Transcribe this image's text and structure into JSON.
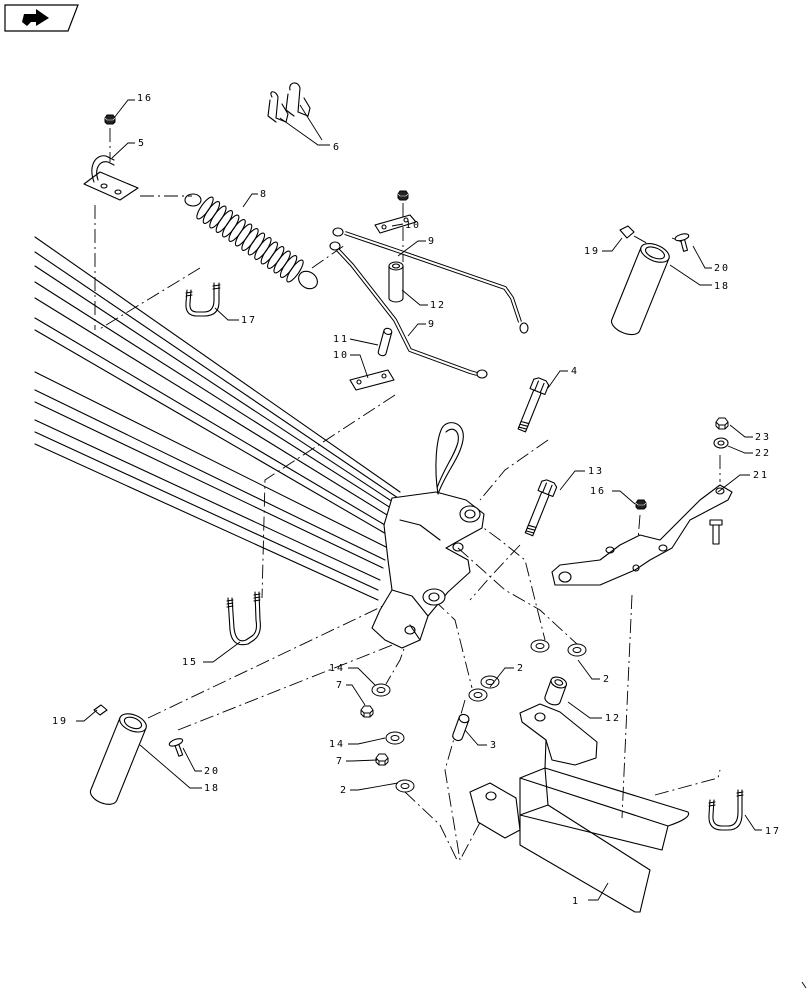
{
  "nav": {
    "icon": "arrow-right-icon"
  },
  "callouts": [
    "16",
    "5",
    "6",
    "8",
    "10",
    "9",
    "12",
    "11",
    "9",
    "10",
    "17",
    "19",
    "20",
    "18",
    "4",
    "23",
    "22",
    "21",
    "13",
    "16",
    "15",
    "14",
    "7",
    "2",
    "2",
    "12",
    "3",
    "14",
    "7",
    "2",
    "19",
    "20",
    "18",
    "17",
    "1"
  ]
}
